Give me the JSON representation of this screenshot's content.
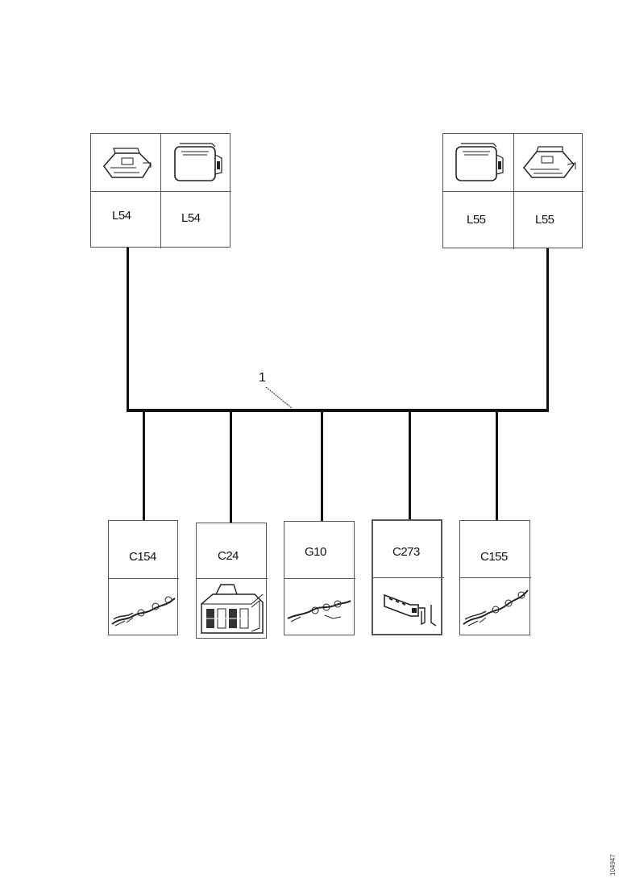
{
  "connectors_top": [
    {
      "id": "L54a",
      "label": "L54",
      "icon": "connector-housing-angled-icon"
    },
    {
      "id": "L54b",
      "label": "L54",
      "icon": "connector-housing-front-icon"
    },
    {
      "id": "L55a",
      "label": "L55",
      "icon": "connector-housing-front-icon"
    },
    {
      "id": "L55b",
      "label": "L55",
      "icon": "connector-housing-angled-icon"
    }
  ],
  "connectors_bottom": [
    {
      "label": "C154",
      "icon": "terminal-strip-icon"
    },
    {
      "label": "C24",
      "icon": "multipin-connector-icon"
    },
    {
      "label": "G10",
      "icon": "terminal-strip-icon"
    },
    {
      "label": "C273",
      "icon": "single-terminal-icon"
    },
    {
      "label": "C155",
      "icon": "terminal-strip-icon"
    }
  ],
  "callout": "1",
  "figure_code": "104947",
  "colors": {
    "line": "#111111",
    "border": "#555555"
  }
}
